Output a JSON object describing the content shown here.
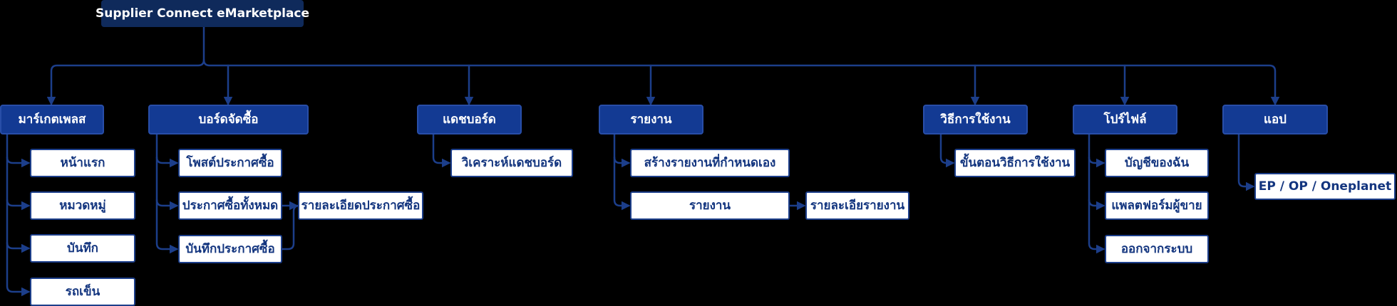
{
  "root": "Supplier Connect eMarketplace",
  "colors": {
    "background": "#000000",
    "root": "#0f2a5b",
    "category": "#133a93",
    "leaf_bg": "#ffffff",
    "leaf_text": "#13357f",
    "connector": "#1c3e8a"
  },
  "categories": [
    {
      "label": "มาร์เกตเพลส",
      "children": [
        "หน้าแรก",
        "หมวดหมู่",
        "บันทึก",
        "รถเข็น"
      ]
    },
    {
      "label": "บอร์ดจัดซื้อ",
      "children": [
        "โพสต์ประกาศซื้อ",
        "ประกาศซื้อทั้งหมด",
        "บันทึกประกาศซื้อ"
      ],
      "sub_child": "รายละเอียดประกาศซื้อ"
    },
    {
      "label": "แดชบอร์ด",
      "children": [
        "วิเคราะห์แดชบอร์ด"
      ]
    },
    {
      "label": "รายงาน",
      "children": [
        "สร้างรายงานที่กำหนดเอง",
        "รายงาน"
      ],
      "sub_child": "รายละเอียรายงาน"
    },
    {
      "label": "วิธีการใช้งาน",
      "children": [
        "ขั้นตอนวิธีการใช้งาน"
      ]
    },
    {
      "label": "โปร์ไฟล์",
      "children": [
        "บัญชีของฉัน",
        "แพลตฟอร์มผู้ขาย",
        "ออกจากระบบ"
      ]
    },
    {
      "label": "แอป",
      "children": [
        "EP / OP / Oneplanet"
      ]
    }
  ]
}
